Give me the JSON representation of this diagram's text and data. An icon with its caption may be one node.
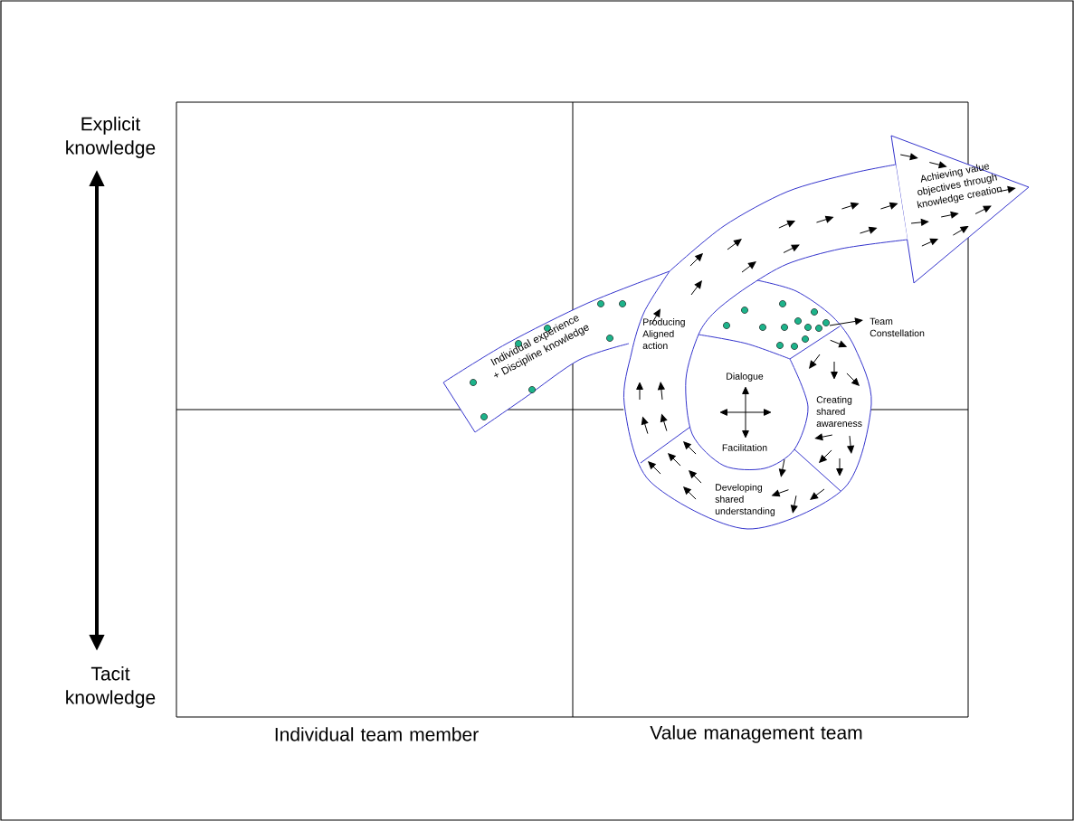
{
  "diagram": {
    "labels": [
      "Explicit knowledge",
      "Achieving value objectives through knowledge creation",
      "Team Constellation",
      "Individual experience + Discipline knowledge",
      "Producing Aligned action",
      "Dialogue",
      "Creating shared awareness",
      "Facilitation",
      "Developing shared understanding",
      "Tacit knowledge",
      "Individual team member",
      "Value management team"
    ]
  }
}
